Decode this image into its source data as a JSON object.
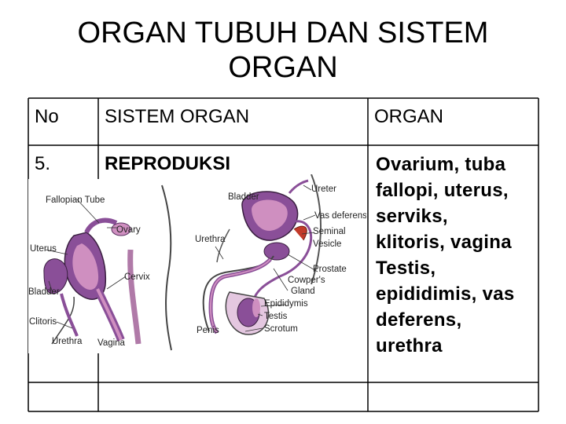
{
  "title": {
    "line1": "ORGAN TUBUH DAN SISTEM",
    "line2": "ORGAN"
  },
  "table": {
    "headers": [
      "No",
      "SISTEM ORGAN",
      "ORGAN"
    ],
    "row": {
      "no": "5.",
      "system": "REPRODUKSI",
      "organ_lines": [
        "Ovarium, tuba",
        "fallopi, uterus,",
        "serviks,",
        "klitoris, vagina",
        "Testis,",
        "epididimis, vas",
        "deferens,",
        "urethra"
      ]
    }
  },
  "female_diagram": {
    "labels": [
      "Fallopian Tube",
      "Ovary",
      "Uterus",
      "Cervix",
      "Bladder",
      "Clitoris",
      "Urethra",
      "Vagina"
    ]
  },
  "male_diagram": {
    "labels": [
      "Bladder",
      "Ureter",
      "Vas deferens",
      "Seminal",
      "Vesicle",
      "Urethra",
      "Prostate",
      "Cowper's",
      "Gland",
      "Epididymis",
      "Testis",
      "Scrotum",
      "Penis"
    ]
  },
  "colors": {
    "organ_purple": "#8a4f98",
    "organ_pink": "#cf8fc0",
    "organ_red": "#c23a2a",
    "grid_line": "#000000"
  }
}
